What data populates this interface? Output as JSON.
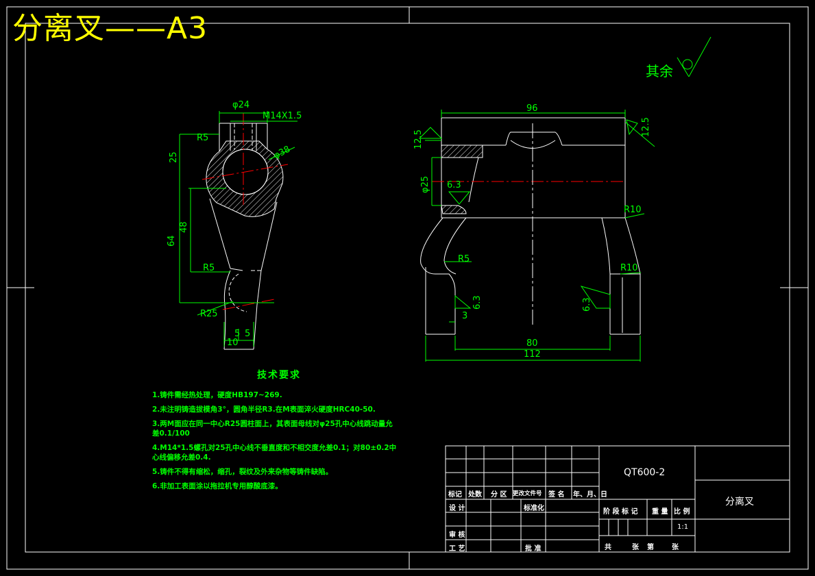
{
  "sheet": {
    "title": "分离叉——A3"
  },
  "roughness_note": {
    "label": "其余"
  },
  "left_view": {
    "dimensions": [
      "φ24",
      "M14X1.5",
      "φ38",
      "R5",
      "25",
      "48",
      "64",
      "R5",
      "R25",
      "5",
      "5",
      "10"
    ]
  },
  "right_view": {
    "dimensions": [
      "96",
      "12.5",
      "12.5",
      "φ25",
      "6.3",
      "R10",
      "R5",
      "R10",
      "6.3",
      "3",
      "6.3",
      "80",
      "112"
    ]
  },
  "technical_requirements": {
    "heading": "技术要求",
    "items": [
      "1.铸件需经热处理，硬度HB197~269.",
      "2.未注明铸造拔模角3°，圆角半径R3.在M表面淬火硬度HRC40-50.",
      "3.两M面应在同一中心R25圆柱面上，其表面母线对φ25孔中心线跳动量允",
      "差0.1/100",
      "4.M14*1.5螺孔对25孔中心线不垂直度和不相交度允差0.1；对80±0.2中",
      "心线偏移允差0.4.",
      "5.铸件不得有缩松，缩孔，裂纹及外来杂物等铸件缺陷。",
      "6.非加工表面涂以拖拉机专用醇酸底漆。"
    ]
  },
  "title_block": {
    "material": "QT600-2",
    "part_name": "分离叉",
    "rev_headers": [
      "标记",
      "处数",
      "分 区",
      "更改文件号",
      "签 名",
      "年、月、日"
    ],
    "row_labels": [
      "设 计",
      "标准化",
      "审 核",
      "工 艺",
      "批 准"
    ],
    "stage_headers": [
      "阶 段 标 记",
      "重 量",
      "比 例"
    ],
    "scale": "1:1",
    "sheet_info": [
      "共",
      "张",
      "第",
      "张"
    ]
  }
}
